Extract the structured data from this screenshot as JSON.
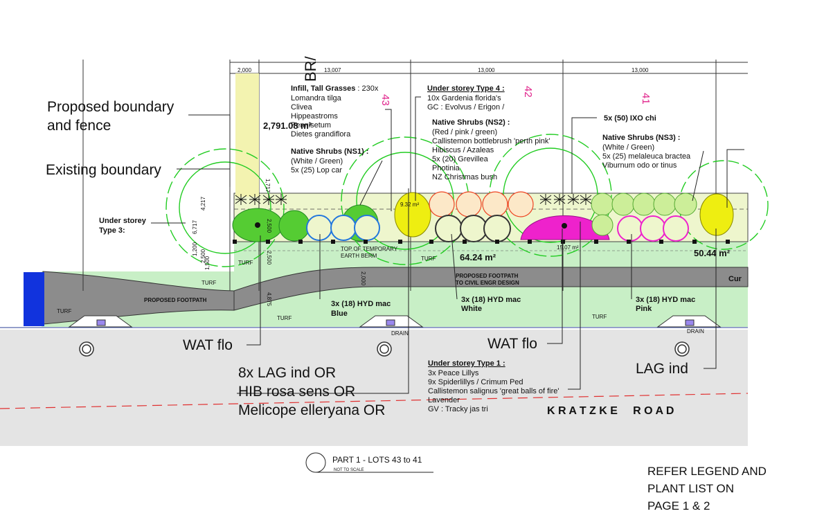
{
  "labels": {
    "proposed_boundary_1": "Proposed boundary",
    "proposed_boundary_2": "and fence",
    "existing_boundary": "Existing boundary",
    "under_storey_3a": "Under storey",
    "under_storey_3b": "Type 3:",
    "wat_flo_left": "WAT flo",
    "wat_flo_right": "WAT flo",
    "lag_or_1": "8x LAG ind  OR",
    "lag_or_2": "HIB rosa sens OR",
    "lag_or_3": "Melicope elleryana OR",
    "lag_ind": "LAG ind",
    "ixo": "5x (50) IXO chi",
    "hyd_blue_1": "3x (18) HYD mac",
    "hyd_blue_2": "Blue",
    "hyd_white_1": "3x (18) HYD mac",
    "hyd_white_2": "White",
    "hyd_pink_1": "3x (18) HYD mac",
    "hyd_pink_2": "Pink",
    "turf": "TURF",
    "drain": "DRAIN",
    "cur": "Cur",
    "top_berm_1": "TOP OF TEMPORARY",
    "top_berm_2": "EARTH BERM",
    "proposed_footpath": "PROPOSED FOOTPATH",
    "footpath_civil_1": "PROPOSED FOOTPATH",
    "footpath_civil_2": "TO CIVIL ENGR DESIGN",
    "road_name": "K R A T Z K E     R O A D",
    "br": "BR/",
    "area_left": "2,791.08 m²",
    "area_lot43": "9.32 m²",
    "area_mid": "64.24 m²",
    "area_pink": "15.07 m²",
    "area_right": "50.44 m²",
    "refer_1": "REFER LEGEND AND",
    "refer_2": "PLANT LIST ON",
    "refer_3": "PAGE 1 & 2",
    "part_title": "PART 1 - LOTS 43 to 41",
    "part_scale": "NOT TO SCALE"
  },
  "lots": [
    "43",
    "42",
    "41"
  ],
  "dimensions": {
    "top": [
      "2,000",
      "13,007",
      "13,000",
      "13,000"
    ],
    "vertical": [
      "1,717",
      "4,217",
      "6,717",
      "1,200",
      "1,500",
      "2,500",
      "2,500",
      "2,500",
      "2,000",
      "4,875"
    ]
  },
  "notes": {
    "infill_title": "Infill, Tall Grasses",
    "infill_qty": ": 230x",
    "infill_items": [
      "Lomandra tilga",
      "Clivea",
      "Hippeastroms",
      "Pennisetum",
      "Dietes grandiflora"
    ],
    "ns1_title": "Native Shrubs (NS1) :",
    "ns1_items": [
      "(White / Green)",
      "5x (25) Lop car"
    ],
    "us4_title": "Under storey Type 4 :",
    "us4_items": [
      "10x Gardenia florida's",
      "GC : Evolvus / Erigon /"
    ],
    "ns2_title": "Native Shrubs (NS2) :",
    "ns2_items": [
      "(Red / pink / green)",
      "Callistemon bottlebrush 'perth pink'",
      "Hibiscus / Azaleas",
      "5x (20) Grevillea",
      "Photinia",
      "NZ Christmas bush"
    ],
    "ns3_title": "Native Shrubs (NS3) :",
    "ns3_items": [
      "(White / Green)",
      "5x (25) melaleuca bractea",
      "Viburnum odo or tinus"
    ],
    "us1_title": "Under storey Type 1 :",
    "us1_items": [
      "3x Peace Lillys",
      "9x Spiderlillys / Crimum Ped",
      "Callistemon salignus 'great balls of fire'",
      "Lavender",
      "GV : Tracky jas tri"
    ]
  },
  "colors": {
    "turf": "#c8efc6",
    "bed": "#eef6cd",
    "shrub_green": "#55cc33",
    "path": "#8c8c8c",
    "road": "#e4e4e4",
    "pink": "#ee22cc",
    "yellow": "#eeee11",
    "tree_outline": "#22cc22",
    "blue_block": "#1133dd",
    "lot_number": "#e0208a"
  }
}
